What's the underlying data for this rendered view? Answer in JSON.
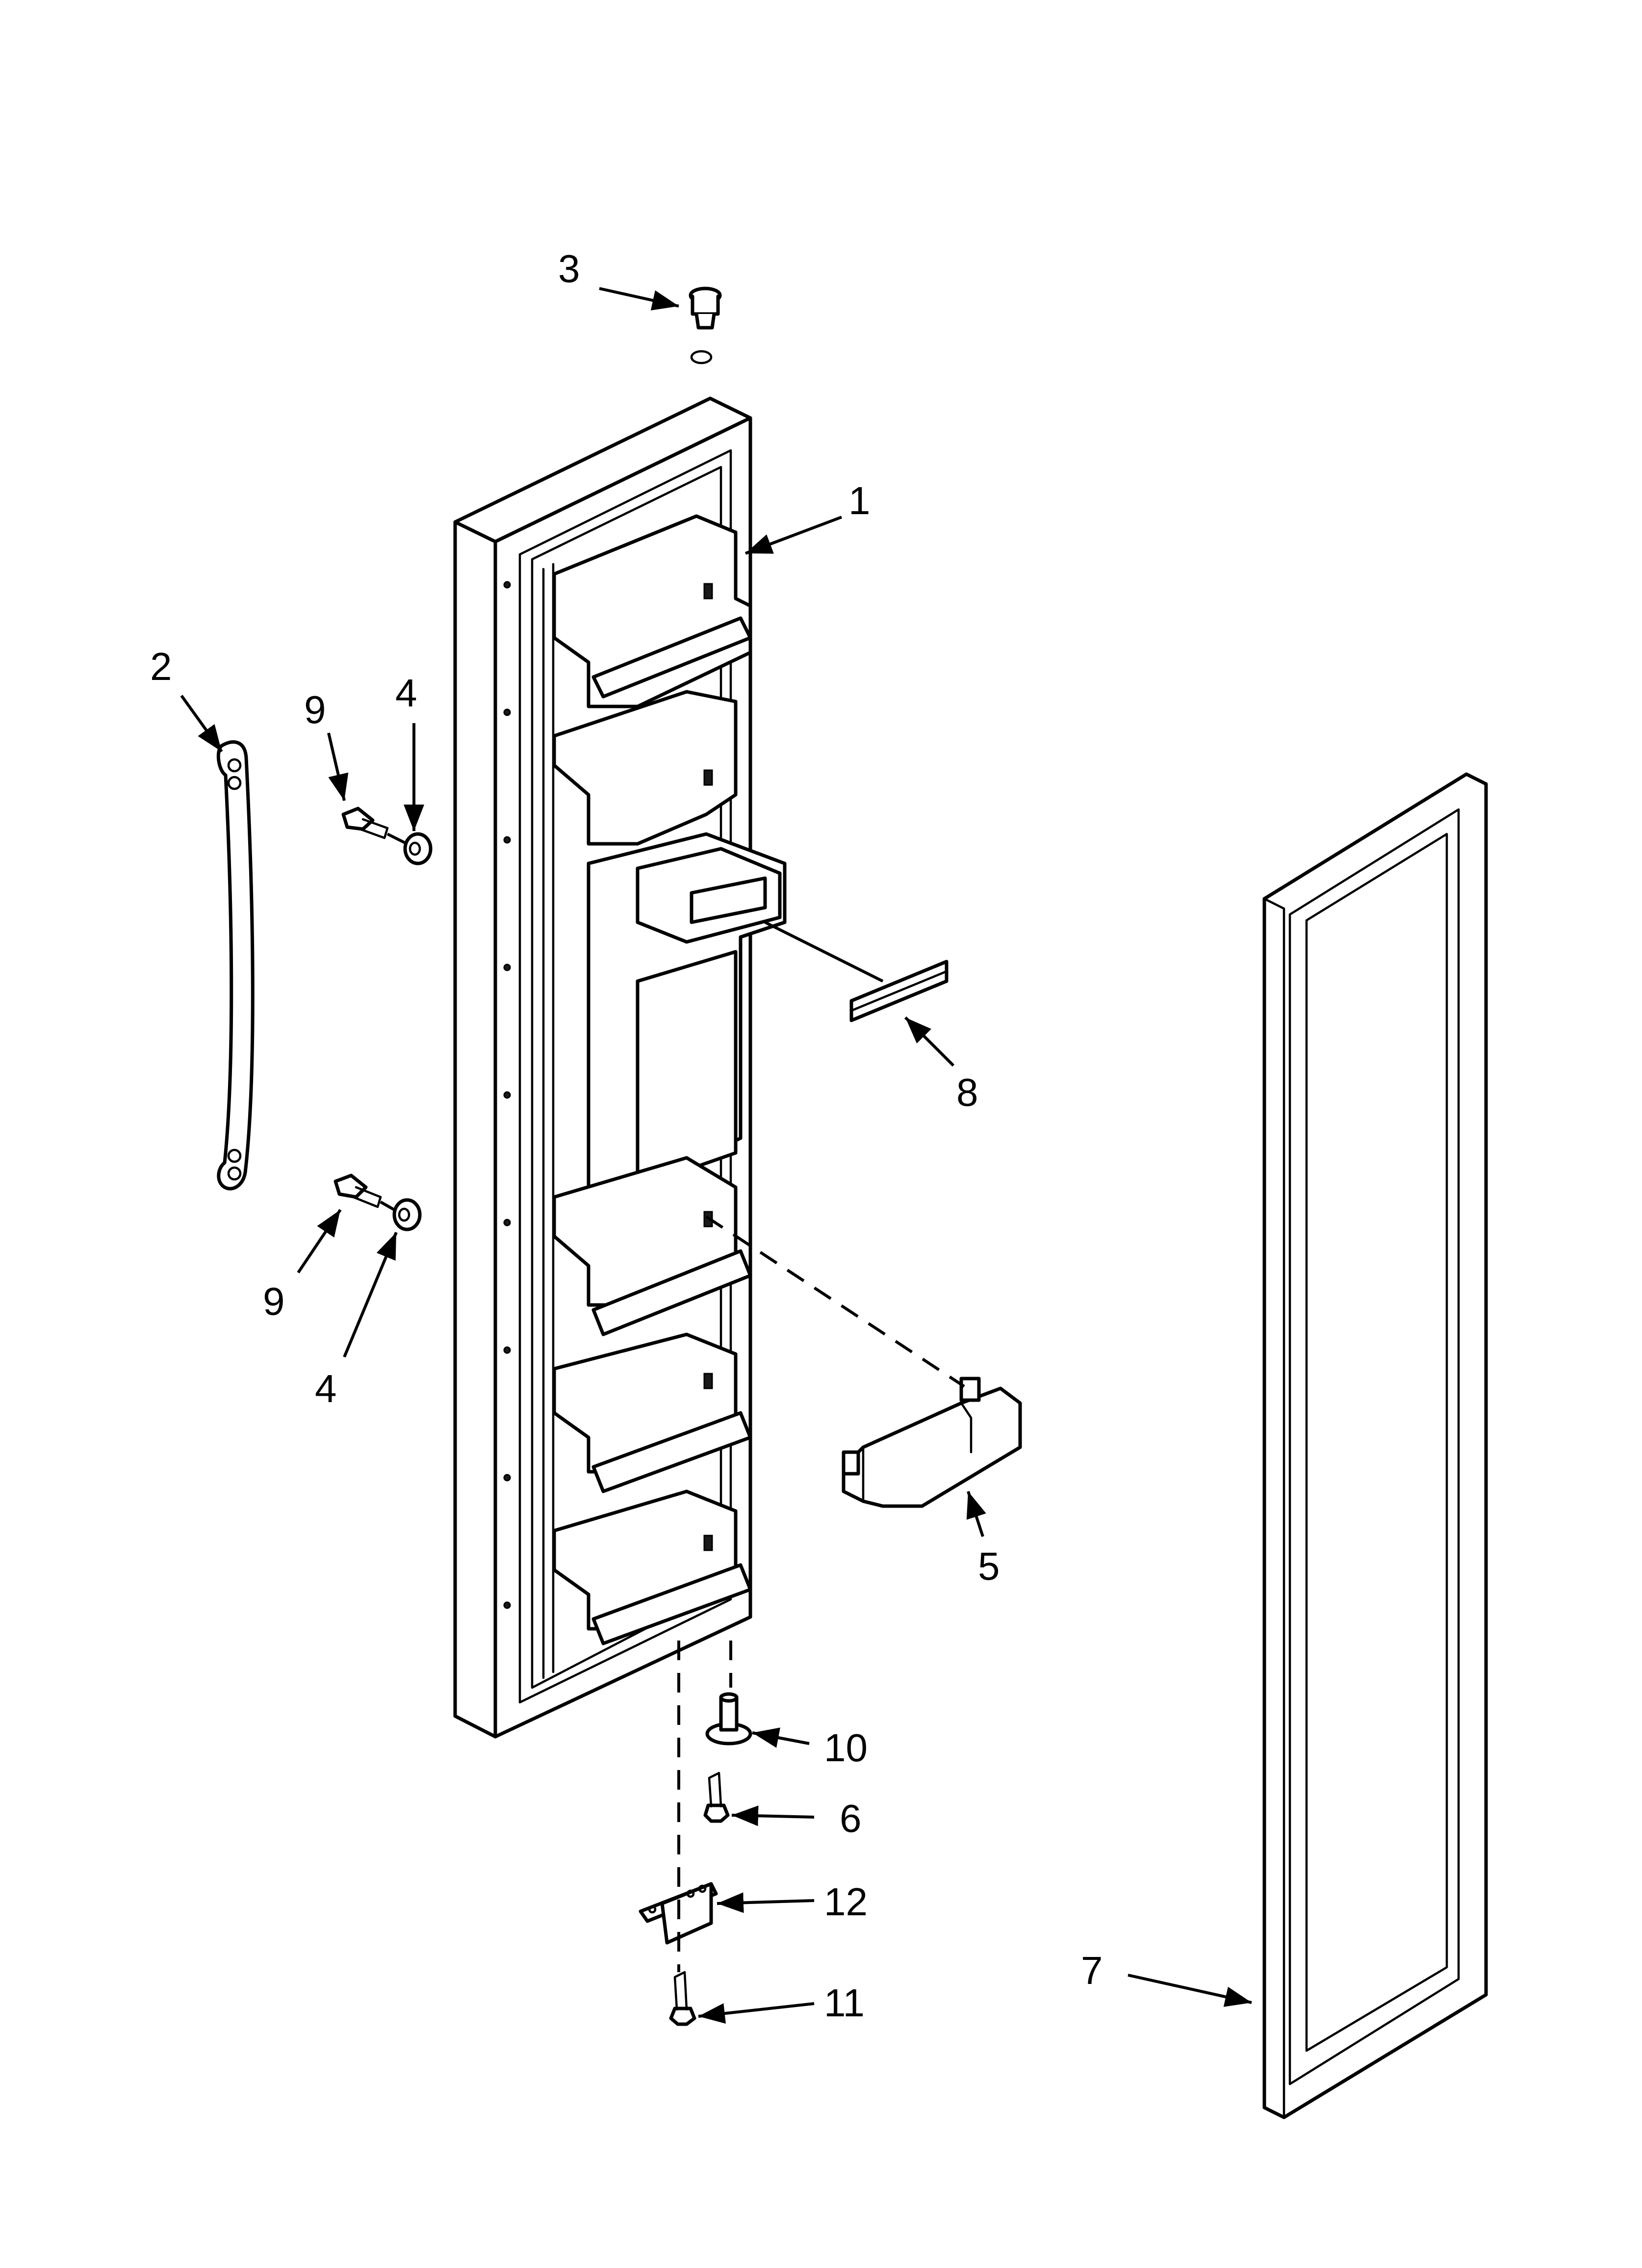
{
  "callouts": {
    "c1": "1",
    "c2": "2",
    "c3": "3",
    "c4a": "4",
    "c4b": "4",
    "c5": "5",
    "c6": "6",
    "c7": "7",
    "c8": "8",
    "c9a": "9",
    "c9b": "9",
    "c10": "10",
    "c11": "11",
    "c12": "12"
  }
}
